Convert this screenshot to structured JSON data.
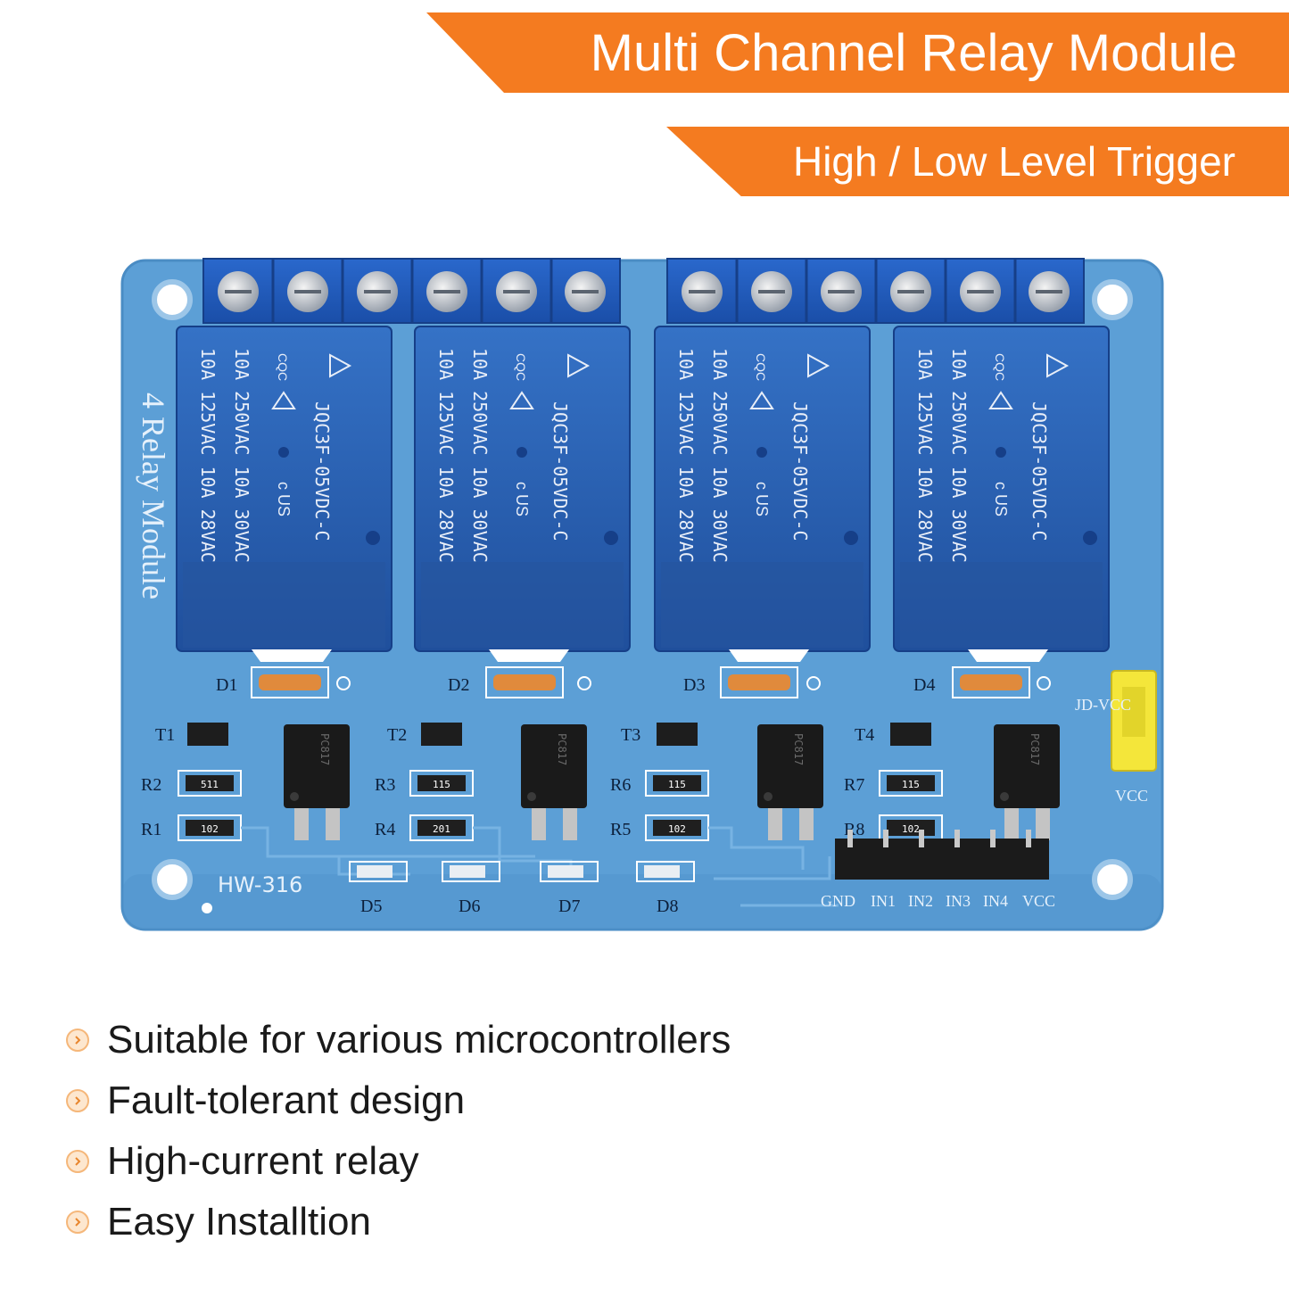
{
  "banners": {
    "title": "Multi Channel Relay Module",
    "subtitle": "High / Low Level Trigger"
  },
  "board": {
    "side_label": "4 Relay Module",
    "model": "HW-316",
    "jumper_label": "JD-VCC",
    "jumper_vcc": "VCC",
    "relays": [
      {
        "lines": [
          "JQC3F-05VDC-C",
          "10A 250VAC 10A 30VAC",
          "10A 125VAC 10A 28VAC"
        ],
        "cert": "CQC",
        "ul": "c US"
      },
      {
        "lines": [
          "JQC3F-05VDC-C",
          "10A 250VAC 10A 30VAC",
          "10A 125VAC 10A 28VAC"
        ],
        "cert": "CQC",
        "ul": "c US"
      },
      {
        "lines": [
          "JQC3F-05VDC-C",
          "10A 250VAC 10A 30VAC",
          "10A 125VAC 10A 28VAC"
        ],
        "cert": "CQC",
        "ul": "c US"
      },
      {
        "lines": [
          "JQC3F-05VDC-C",
          "10A 250VAC 10A 30VAC",
          "10A 125VAC 10A 28VAC"
        ],
        "cert": "CQC",
        "ul": "c US"
      }
    ],
    "diodes": [
      "D1",
      "D2",
      "D3",
      "D4"
    ],
    "transistors": [
      "T1",
      "T2",
      "T3",
      "T4"
    ],
    "resistors_top": [
      "R2",
      "R3",
      "R6",
      "R7"
    ],
    "resistors_bottom": [
      "R1",
      "R4",
      "R5",
      "R8"
    ],
    "resistor_codes_top": [
      "511",
      "115",
      "115",
      "115"
    ],
    "resistor_codes_bottom": [
      "102",
      "201",
      "102",
      "102"
    ],
    "optocouplers": [
      "PC817",
      "PC817",
      "PC817",
      "PC817"
    ],
    "leds": [
      "D5",
      "D6",
      "D7",
      "D8"
    ],
    "pins": [
      "GND",
      "IN1",
      "IN2",
      "IN3",
      "IN4",
      "VCC"
    ]
  },
  "features": [
    "Suitable for various microcontrollers",
    "Fault-tolerant design",
    "High-current relay",
    "Easy Installtion"
  ],
  "colors": {
    "accent": "#f47b20",
    "pcb": "#5c9fd6",
    "relay": "#2a5fb0",
    "terminal": "#1f57b8",
    "jumper": "#f4e63a"
  }
}
